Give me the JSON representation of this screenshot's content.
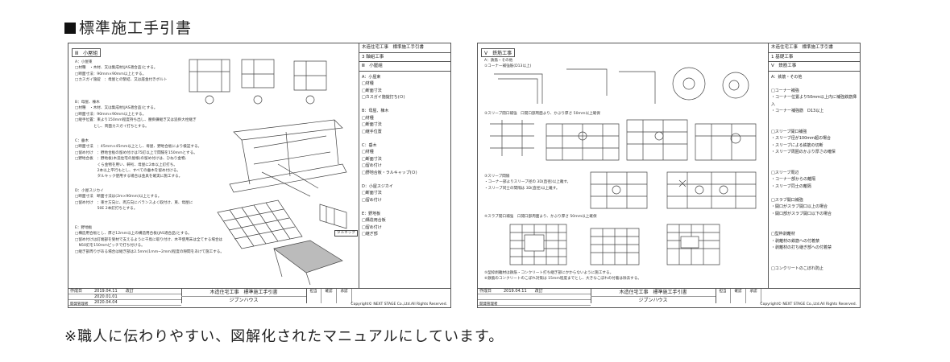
{
  "header": {
    "title": "標準施工手引書"
  },
  "caption": "※職人に伝わりやすい、図解化されたマニュアルにしています。",
  "sheets": [
    {
      "section": "Ⅲ　小屋組",
      "side_title": "木造住宅工事　標準施工手引書",
      "side_sub": "3 軸組工事",
      "side_sub2": "Ⅲ　小屋組",
      "side_items": "A：小屋束\n□材種\n□断面寸法\n□カスガイ施錠打ち(Ｏ)\n\nB：母屋、棟木\n□材種\n□断面寸法\n□継手位置\n\nC：垂木\n□材種\n□断面寸法\n□留め付け\n□野地合板・ラルキャップ(Ｏ)\n\nD：小屋スジカイ\n□断面寸法\n□留め付け\n\nE：野地板\n□構造用合板\n□留め付け\n□継ぎ部",
      "text_a": "A：小屋束\n□材種　・木材、又は集成材(JAS適合品)とする。\n□断面寸法：90mm×90mm以上とする。\n□カスガイ施錠　：母屋との緊結、又は座金付きボルト",
      "text_b": "B：母屋、棟木\n□材種　・木材、又は集成材(JAS適合品)とする。\n□断面寸法：90mm×90mm以上とする。\n□継手位置：束より150mm程度持ち出し、腰掛鎌継ぎ又は追掛大栓継ぎ\n　　　　　とし、両面カスガイ打ちとする。",
      "text_c": "C：垂木\n□断面寸法　：45mm×45mm以上とし、母屋、野地合板により検証する。\n□留め付け　：野地合板の留め付けは75釘以上で間隔を150mmとする。\n□野地合板　：野地板(木造住宅の屋根)の留め付けは、ひねり金物、\n　　　　　　くら金物を用い、軒桁、母屋に2本以上釘打ち。\n　　　　　　2本以上平行もとし、すべての垂木を留め付ける。\n　　　　　　タルキック使用する場合は金具を確実に施工する。",
      "text_d": "D：小屋スジカイ\n□断面寸法　断面寸法は(2m×90mm)以上とする。\n□留め付け　：束せ方向に、両方向にバランスよく取付け、束、母屋に\n　　　　　　50E 2本釘打ちとする。",
      "text_e": "E：野地板\n□構造用合板とし、厚さ12mm以上の構造用合板(JAS適合品)とする。\n□留め付けは釘端部を受材で支えるように千鳥に取り付け、木平使用末は全てする場合は\n　N50釘を150mmピッチで打ち付ける。\n□継ぎ部周りがある場合は継ぎ部は2.5mm(1mm~2mm)程度の隙間をあけて施工する。",
      "label_rk": "タルキック",
      "title_block": {
        "row1": "作成日　　　2019.04.11　　改訂",
        "row2": "　　　　　　2020.01.01",
        "row3": "　　　　　　2020.04.04",
        "project": "木造住宅工事　標準施工手引書",
        "company": "ジブンハウス",
        "boxes": [
          "担当",
          "確認",
          "承認"
        ],
        "footer": "開発管理者",
        "copyright": "Copyright© NEXT STAGE Co.,Ltd.All Rights Reserved."
      }
    },
    {
      "section": "Ⅴ　鉄筋工事",
      "side_title": "木造住宅工事　標準施工手引書",
      "side_sub": "1 基礎工事",
      "side_sub2": "Ⅴ　鉄筋工事",
      "side_items": "A：鉄筋・その他\n\n□コーナー補強\n・コーナー位置より50mm以上内に補強鉄筋挿入\n・コーナー補強筋　D13以上\n\n\n□スリーブ開口補強\n・スリーブ径が100mm超の場合\n・スリーブによる鉄筋の切断\n・スリーブ周囲のかぶり厚さの確保\n\n\n□スリーブ周辺\n・コーナー部からの離隔\n・スリーブ同士の離隔\n\n□スラブ開口補強\n・開口がスラブ開口以上の場合\n・開口部がスラブ開口以下の場合\n\n\n□型枠剥離材\n・剥離材の鉄筋への付着禁\n・剥離材の打ち継ぎ部への付着禁\n\n\n□コンクリートのこぼれ防止",
      "text_a": "A：鉄筋・その他\n①コーナー補強筋(D13以上)",
      "text_b": "②スリーブ開口補強　口開口部周面より、かぶり厚さ 50mm以上確保",
      "text_c": "③スリーブ間隔\n・コーナー部よりスリーブ径の 3D(直径)以上離す。\n・スリーブ同士の間隔は 3D(直径)以上離す。",
      "text_d": "④スラブ開口補強　口開口部周面より、かぶり厚さ 50mm以上確保",
      "text_e": "⑤型枠剥離材は鉄筋・コンクリート打ち継ぎ部にかからないように施工する。\n⑥鉄筋のコンクリートのこぼれ対策は 15mm程度までとし、大きなこぼれの付着は除去する。",
      "label_rk": "",
      "title_block": {
        "row1": "作成日　　　2019.04.11　　改訂",
        "row2": "",
        "row3": "",
        "project": "木造住宅工事　標準施工手引書",
        "company": "ジブンハウス",
        "boxes": [
          "担当",
          "確認",
          "承認"
        ],
        "footer": "開発管理者",
        "copyright": "Copyright© NEXT STAGE Co.,Ltd.All Rights Reserved."
      }
    }
  ]
}
